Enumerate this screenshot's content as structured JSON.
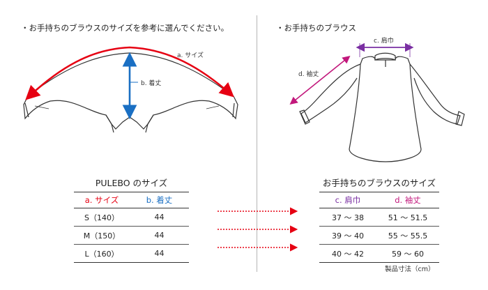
{
  "left": {
    "intro": "・お手持ちのブラウスのサイズを参考に選んでください。",
    "label_size": "a. サイズ",
    "label_length": "b. 着丈",
    "table": {
      "title": "PULEBO のサイズ",
      "headers": [
        "a. サイズ",
        "b. 着丈"
      ],
      "rows": [
        [
          "S（140）",
          "44"
        ],
        [
          "M（150）",
          "44"
        ],
        [
          "L（160）",
          "44"
        ]
      ]
    }
  },
  "right": {
    "intro": "・お手持ちのブラウス",
    "label_shoulder": "c. 肩巾",
    "label_sleeve": "d. 袖丈",
    "table": {
      "title": "お手持ちのブラウスのサイズ",
      "headers": [
        "c. 肩巾",
        "d. 袖丈"
      ],
      "rows": [
        [
          "37 ～ 38",
          "51 ～ 51.5"
        ],
        [
          "39 ～ 40",
          "55 ～ 55.5"
        ],
        [
          "40 ～ 42",
          "59 ～ 60"
        ]
      ]
    },
    "unit_note": "製品寸法（cm）"
  },
  "colors": {
    "size_arrow": "#e60012",
    "length_arrow": "#1a6fc3",
    "shoulder_arrow": "#7a2fa2",
    "sleeve_arrow": "#c2187c",
    "connector_arrow": "#e60012"
  }
}
